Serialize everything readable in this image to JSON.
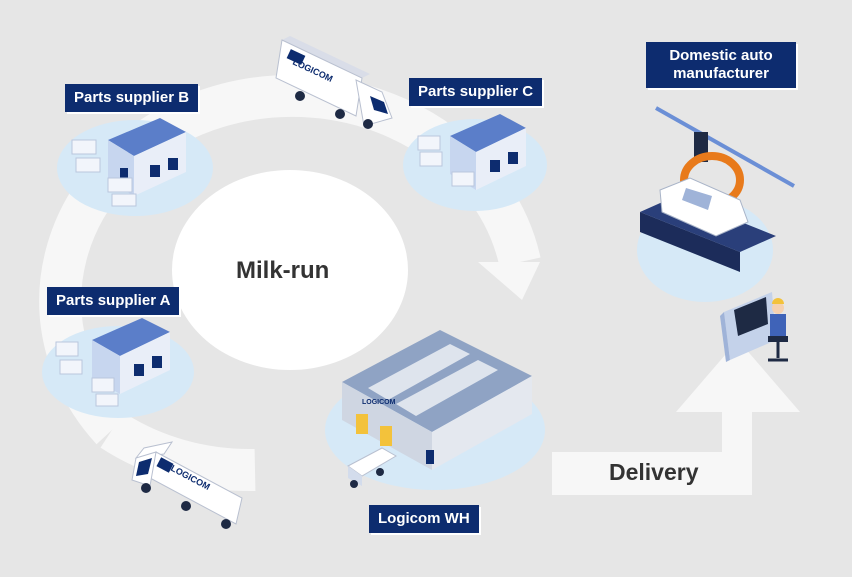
{
  "labels": {
    "supplier_a": "Parts supplier A",
    "supplier_b": "Parts supplier B",
    "supplier_c": "Parts supplier C",
    "manufacturer": "Domestic auto manufacturer",
    "warehouse": "Logicom WH"
  },
  "center_text": "Milk-run",
  "delivery_text": "Delivery",
  "truck_logo": "LOGICOM",
  "building_logo": "LOGICOM",
  "colors": {
    "background": "#e6e6e6",
    "label_bg": "#0d2c6f",
    "pad": "#d6e9f7",
    "ring": "#f7f7f7"
  }
}
